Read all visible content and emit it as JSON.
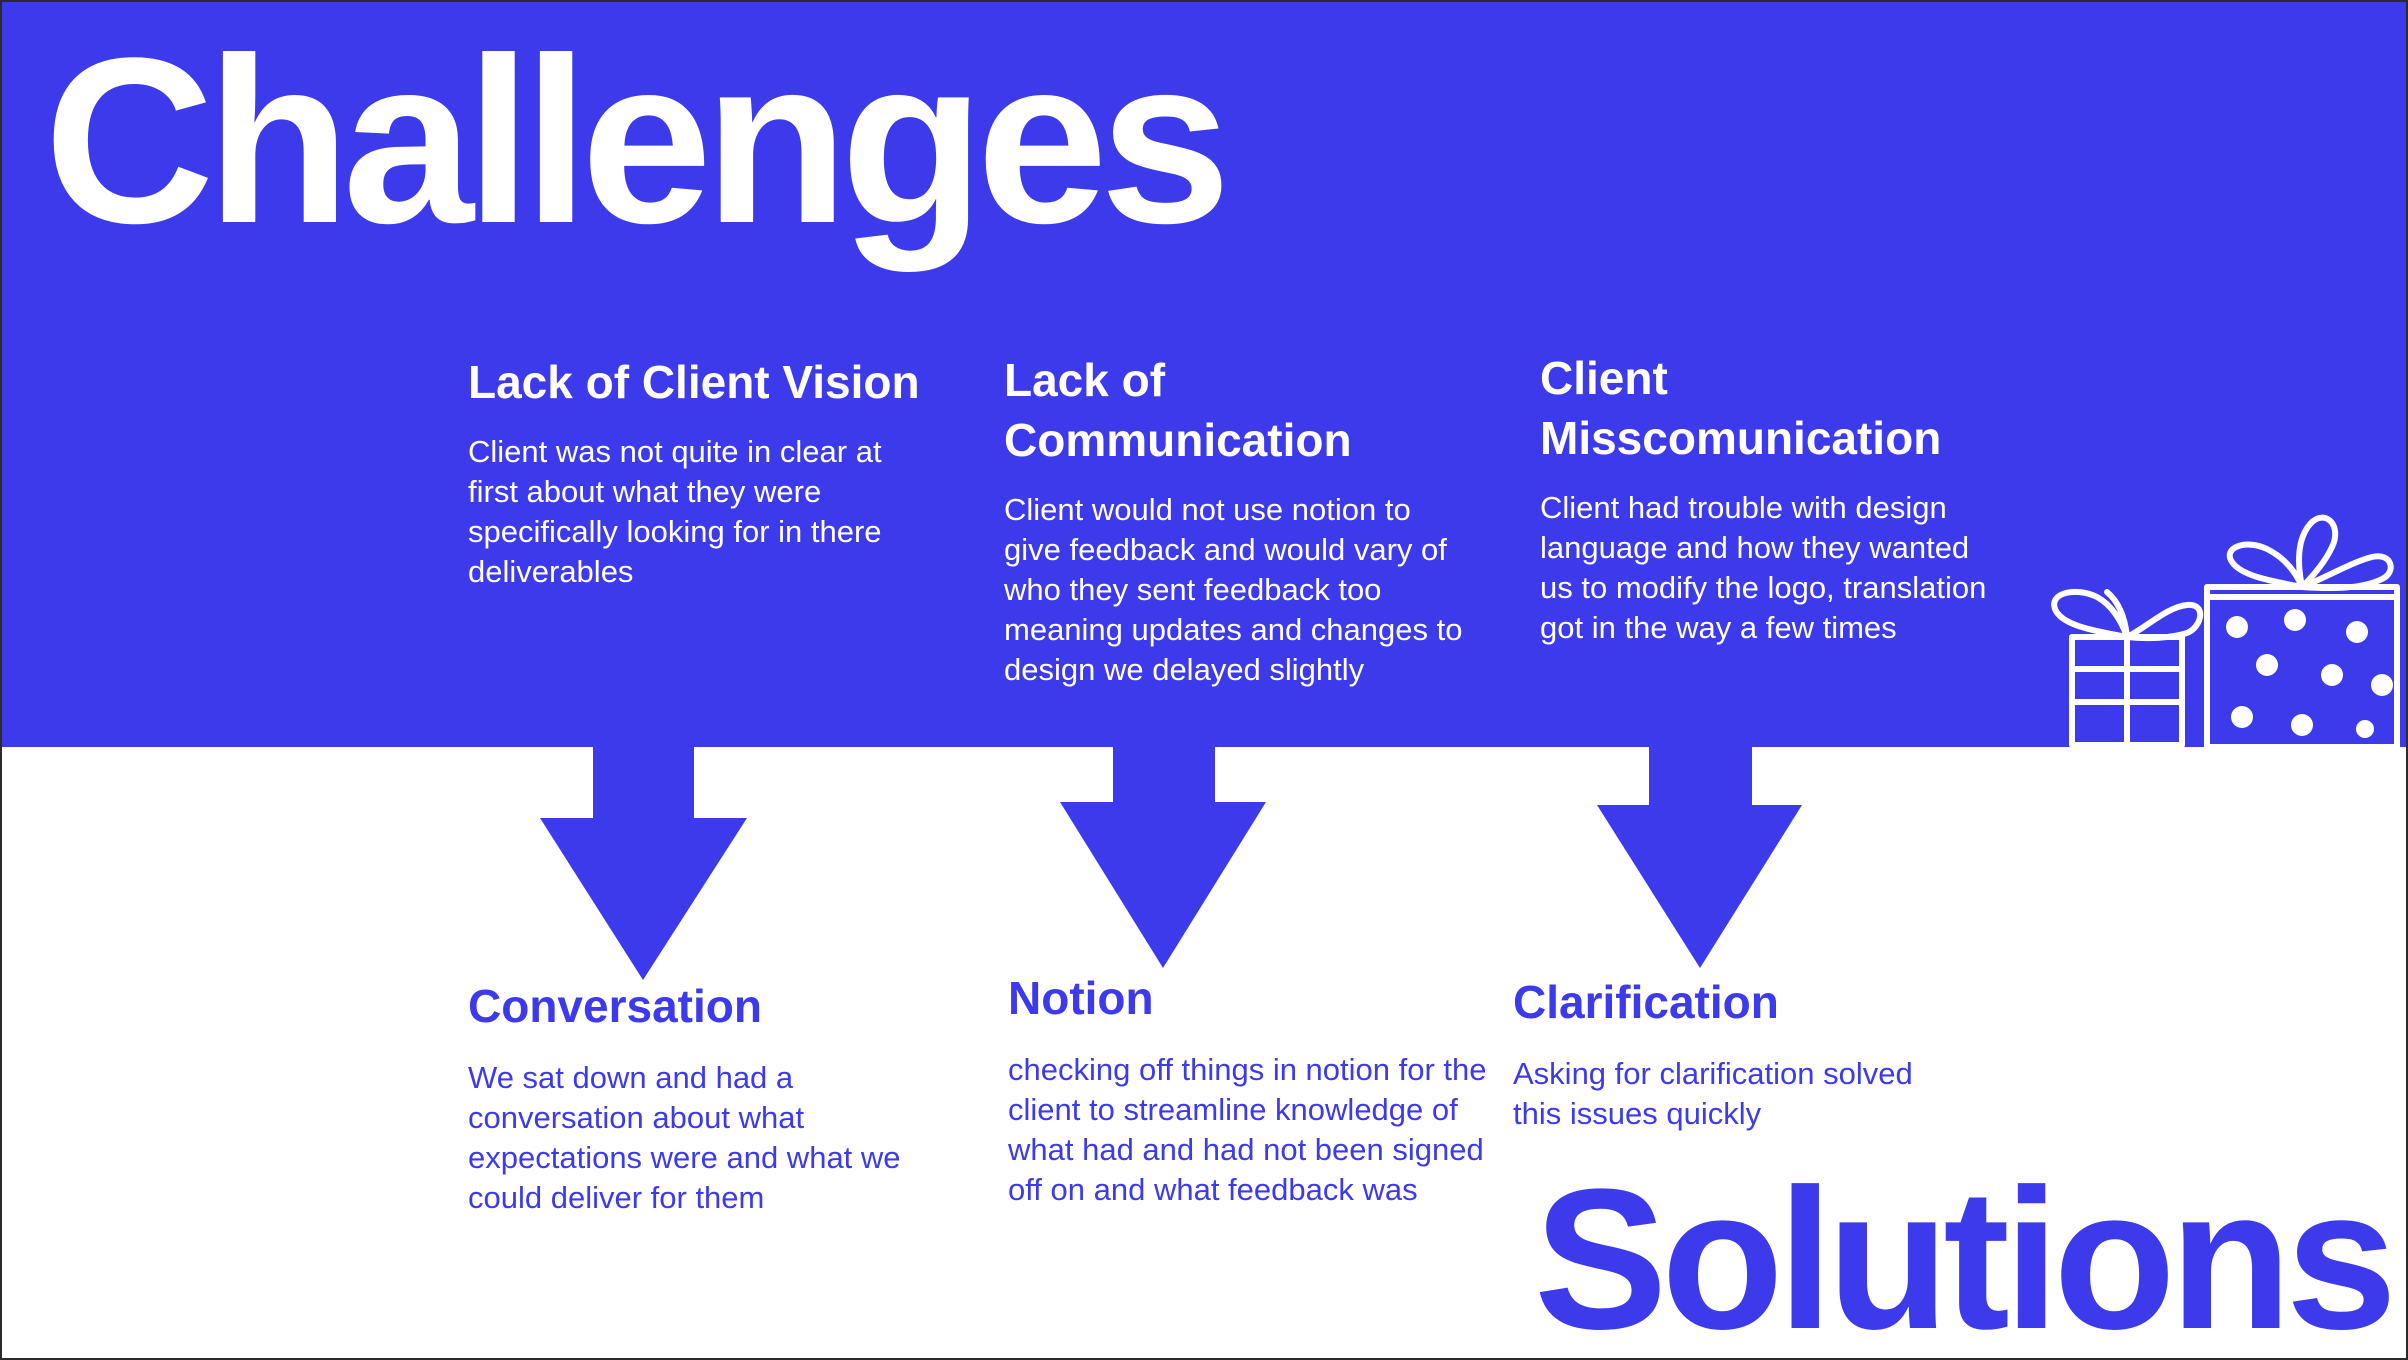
{
  "colors": {
    "brand": "#3d3aec",
    "background": "#ffffff",
    "text_on_brand": "#ffffff"
  },
  "slide": {
    "title_challenges": "Challenges",
    "title_solutions": "Solutions"
  },
  "challenges": [
    {
      "title": "Lack of Client Vision",
      "body": "Client was not quite in clear at first about what they were specifically looking for in there deliverables"
    },
    {
      "title": "Lack of Communication",
      "body": "Client would not use notion to give feedback and would vary of who they sent feedback too meaning updates and changes to design we delayed slightly"
    },
    {
      "title": "Client Misscomunication",
      "body": "Client had trouble with design language and how they wanted us to modify the logo, translation got in the way a few times"
    }
  ],
  "solutions": [
    {
      "title": "Conversation",
      "body": "We sat down and had a conversation about what expectations were and what we could deliver for them"
    },
    {
      "title": "Notion",
      "body": "checking off things in notion for the client to streamline knowledge of what had and had not been signed off on and what feedback was"
    },
    {
      "title": "Clarification",
      "body": "Asking for clarification solved this issues quickly"
    }
  ],
  "decorations": {
    "arrow_icon": "down-arrow-icon",
    "gift_icon": "gift-boxes-icon"
  }
}
